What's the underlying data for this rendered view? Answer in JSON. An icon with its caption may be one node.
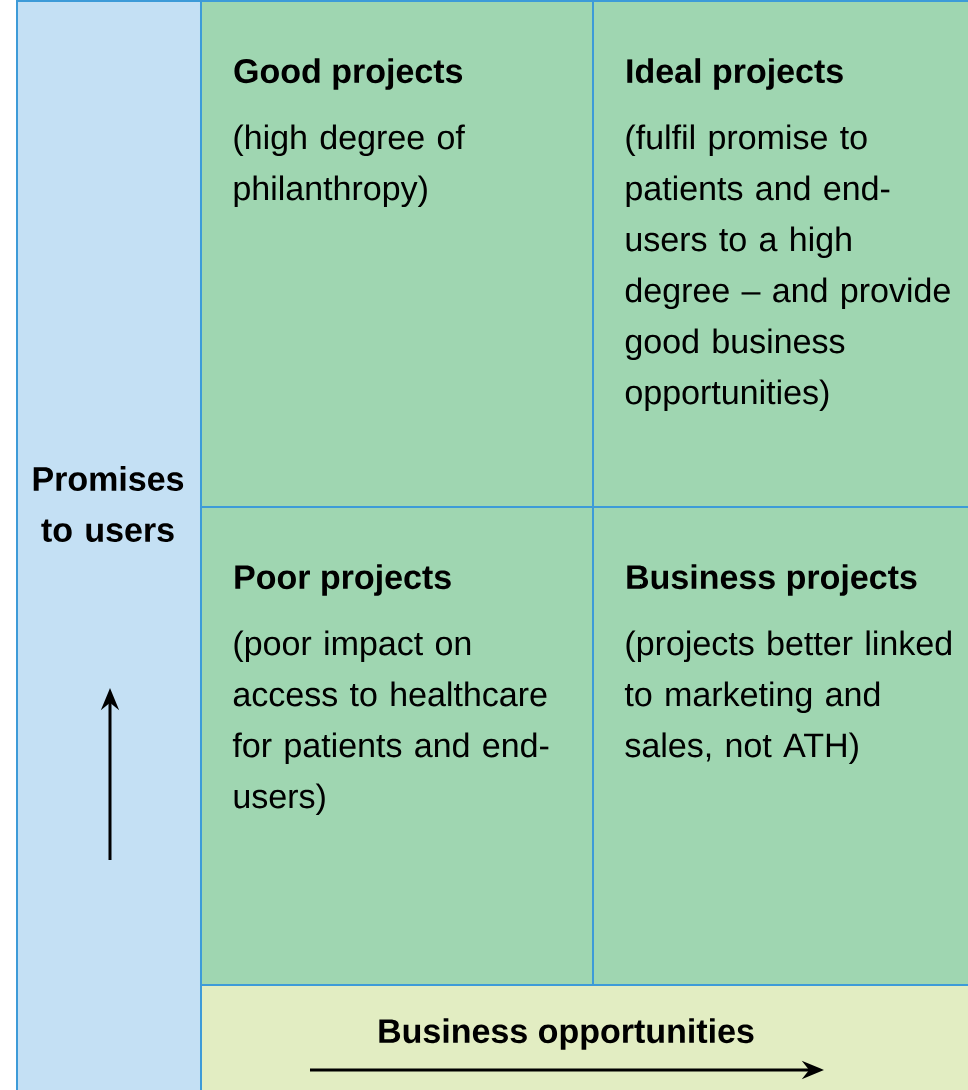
{
  "diagram": {
    "nodes": [
      {
        "text": [
          "Promises to users"
        ]
      },
      {
        "text": [
          "Good projects",
          "(high degree of philanthropy)"
        ]
      },
      {
        "text": [
          "Ideal projects",
          "(fulfil promise to patients and end-users to a high degree – and provide good business opportunities)"
        ]
      },
      {
        "text": [
          "Poor projects",
          "(poor impact on access to healthcare for patients and end-users)"
        ]
      },
      {
        "text": [
          "Business projects",
          "(projects better linked to marketing and sales, not ATH)"
        ]
      },
      {
        "text": [
          "Business opportunities"
        ]
      }
    ],
    "edges": []
  }
}
